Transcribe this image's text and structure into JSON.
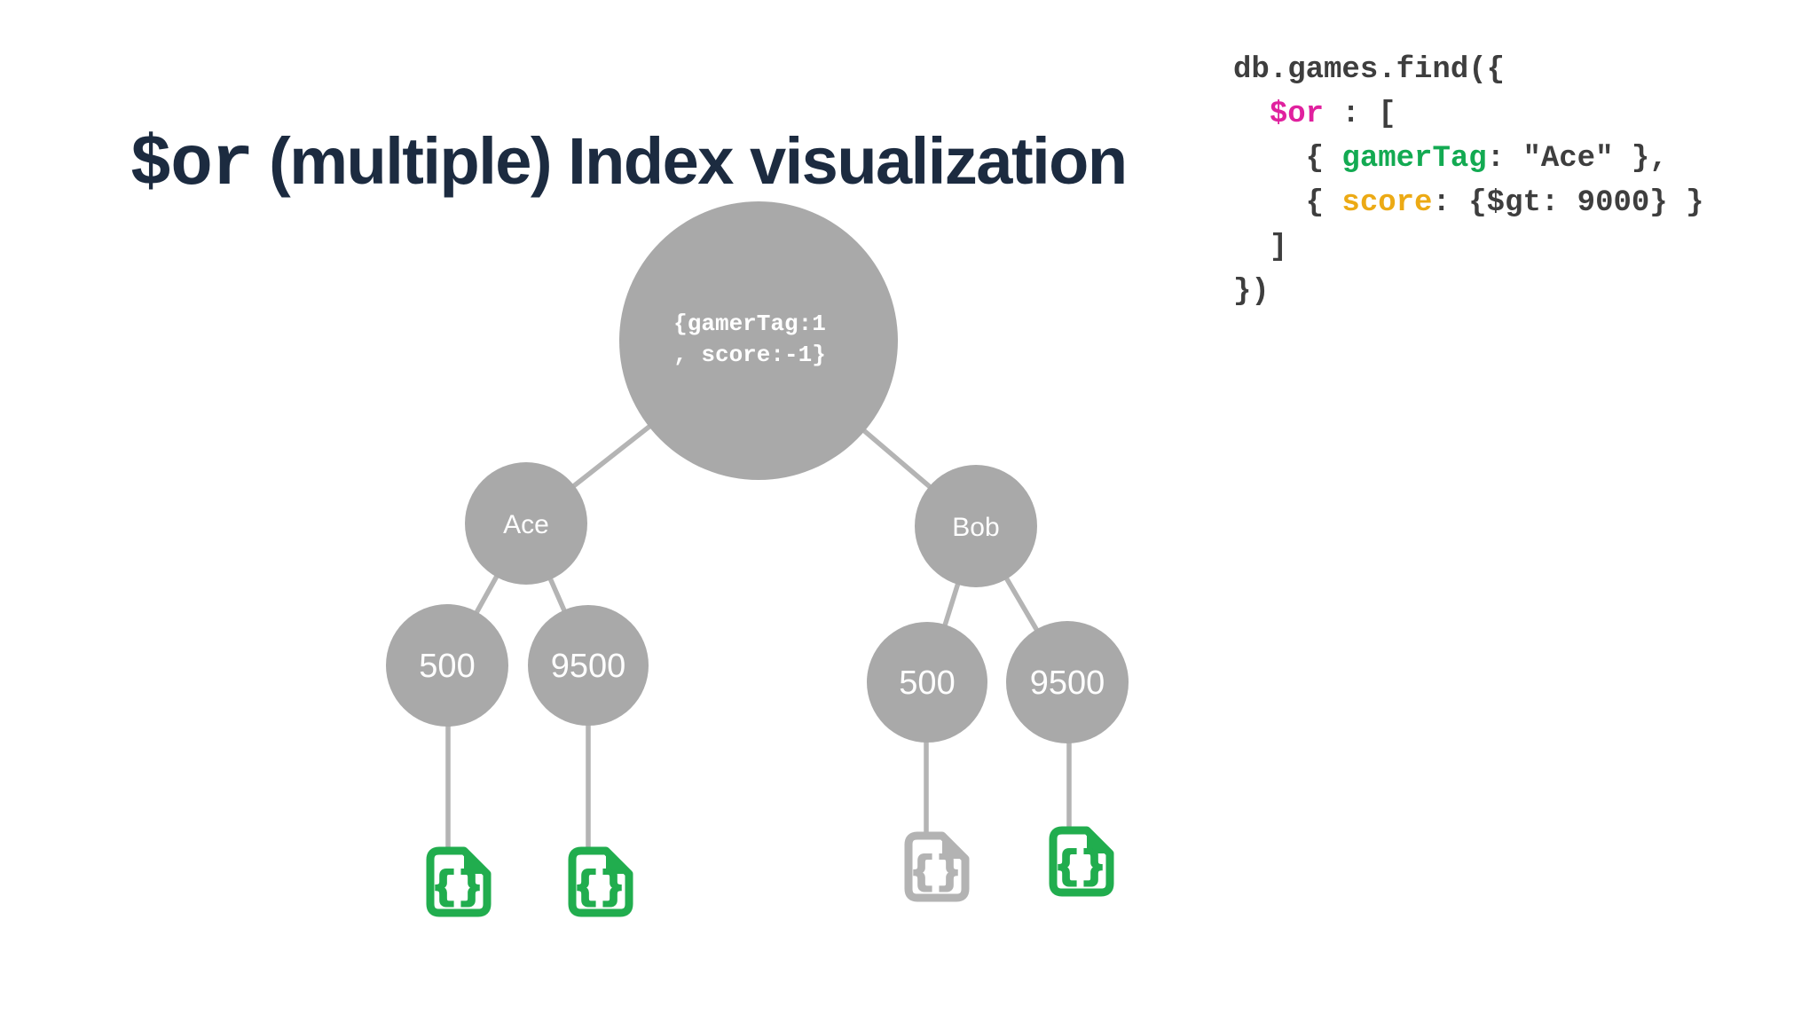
{
  "slide": {
    "title": {
      "operator": "$or",
      "rest": " (multiple) Index visualization"
    }
  },
  "code": {
    "line1": "db.games.find({",
    "line2_indent": "  ",
    "line2_operator": "$or",
    "line2_rest": " : [",
    "line3_pre": "    { ",
    "line3_field": "gamerTag",
    "line3_rest": ": \"Ace\" },",
    "line4_pre": "    { ",
    "line4_field": "score",
    "line4_rest": ": {$gt: 9000} }",
    "line5": "  ]",
    "line6": "})"
  },
  "tree": {
    "root": {
      "label_line1": "{gamerTag:1",
      "label_line2": ", score:-1}"
    },
    "level1": [
      {
        "label": "Ace"
      },
      {
        "label": "Bob"
      }
    ],
    "level2": [
      {
        "label": "500",
        "parent": "Ace"
      },
      {
        "label": "9500",
        "parent": "Ace"
      },
      {
        "label": "500",
        "parent": "Bob"
      },
      {
        "label": "9500",
        "parent": "Bob"
      }
    ],
    "documents": [
      {
        "under": "Ace-500",
        "state": "matched",
        "color": "#21ad4e"
      },
      {
        "under": "Ace-9500",
        "state": "matched",
        "color": "#21ad4e"
      },
      {
        "under": "Bob-500",
        "state": "unmatched",
        "color": "#b3b3b3"
      },
      {
        "under": "Bob-9500",
        "state": "matched",
        "color": "#21ad4e"
      }
    ],
    "doc_braces": "{}"
  },
  "colors": {
    "title_navy": "#1c2b40",
    "code_default": "#3e3e3e",
    "code_operator_magenta": "#e0219e",
    "code_field_green": "#13aa52",
    "code_field_gold": "#ecaa15",
    "node_gray": "#a9a9a9",
    "edge_gray": "#b4b4b4",
    "doc_green": "#21ad4e",
    "doc_gray": "#b3b3b3",
    "node_text": "#ffffff"
  }
}
